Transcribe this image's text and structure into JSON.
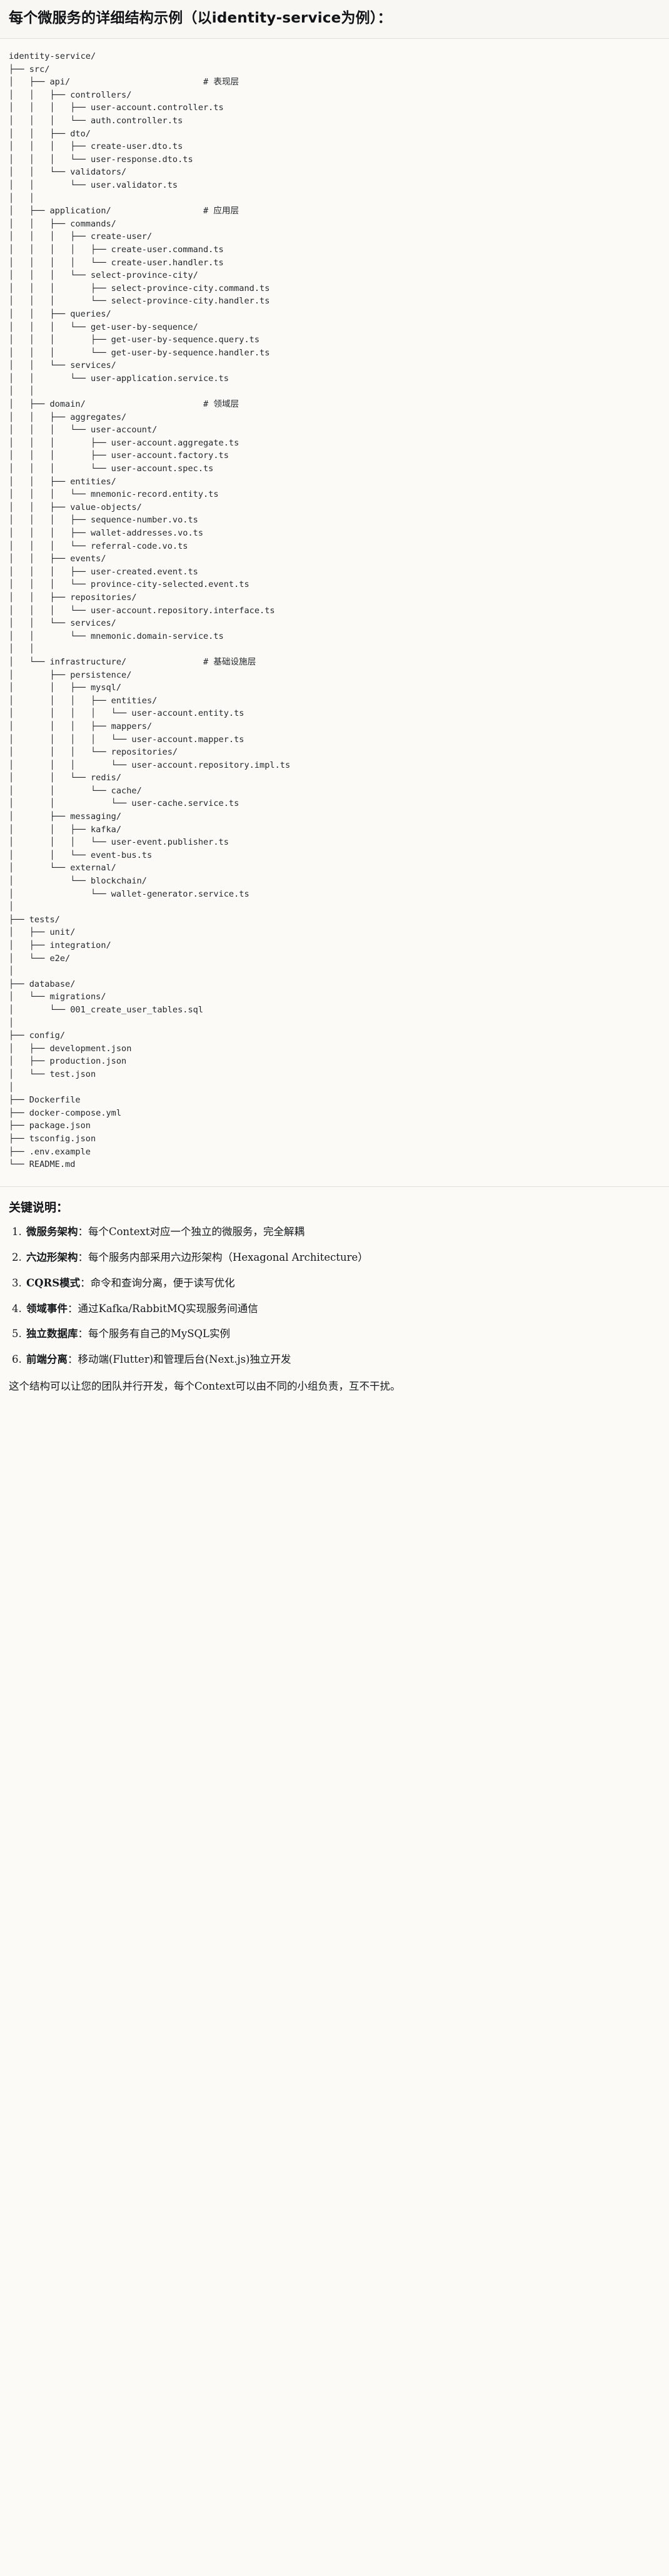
{
  "header": {
    "title": "每个微服务的详细结构示例（以identity-service为例）："
  },
  "tree": {
    "root": "identity-service/",
    "text": "identity-service/\n├── src/\n│   ├── api/                          # 表现层\n│   │   ├── controllers/\n│   │   │   ├── user-account.controller.ts\n│   │   │   └── auth.controller.ts\n│   │   ├── dto/\n│   │   │   ├── create-user.dto.ts\n│   │   │   └── user-response.dto.ts\n│   │   └── validators/\n│   │       └── user.validator.ts\n│   │\n│   ├── application/                  # 应用层\n│   │   ├── commands/\n│   │   │   ├── create-user/\n│   │   │   │   ├── create-user.command.ts\n│   │   │   │   └── create-user.handler.ts\n│   │   │   └── select-province-city/\n│   │   │       ├── select-province-city.command.ts\n│   │   │       └── select-province-city.handler.ts\n│   │   ├── queries/\n│   │   │   └── get-user-by-sequence/\n│   │   │       ├── get-user-by-sequence.query.ts\n│   │   │       └── get-user-by-sequence.handler.ts\n│   │   └── services/\n│   │       └── user-application.service.ts\n│   │\n│   ├── domain/                       # 领域层\n│   │   ├── aggregates/\n│   │   │   └── user-account/\n│   │   │       ├── user-account.aggregate.ts\n│   │   │       ├── user-account.factory.ts\n│   │   │       └── user-account.spec.ts\n│   │   ├── entities/\n│   │   │   └── mnemonic-record.entity.ts\n│   │   ├── value-objects/\n│   │   │   ├── sequence-number.vo.ts\n│   │   │   ├── wallet-addresses.vo.ts\n│   │   │   └── referral-code.vo.ts\n│   │   ├── events/\n│   │   │   ├── user-created.event.ts\n│   │   │   └── province-city-selected.event.ts\n│   │   ├── repositories/\n│   │   │   └── user-account.repository.interface.ts\n│   │   └── services/\n│   │       └── mnemonic.domain-service.ts\n│   │\n│   └── infrastructure/               # 基础设施层\n│       ├── persistence/\n│       │   ├── mysql/\n│       │   │   ├── entities/\n│       │   │   │   └── user-account.entity.ts\n│       │   │   ├── mappers/\n│       │   │   │   └── user-account.mapper.ts\n│       │   │   └── repositories/\n│       │   │       └── user-account.repository.impl.ts\n│       │   └── redis/\n│       │       └── cache/\n│       │           └── user-cache.service.ts\n│       ├── messaging/\n│       │   ├── kafka/\n│       │   │   └── user-event.publisher.ts\n│       │   └── event-bus.ts\n│       └── external/\n│           └── blockchain/\n│               └── wallet-generator.service.ts\n│\n├── tests/\n│   ├── unit/\n│   ├── integration/\n│   └── e2e/\n│\n├── database/\n│   └── migrations/\n│       └── 001_create_user_tables.sql\n│\n├── config/\n│   ├── development.json\n│   ├── production.json\n│   └── test.json\n│\n├── Dockerfile\n├── docker-compose.yml\n├── package.json\n├── tsconfig.json\n├── .env.example\n└── README.md",
    "layer_comments": [
      {
        "path": "api/",
        "comment": "# 表现层"
      },
      {
        "path": "application/",
        "comment": "# 应用层"
      },
      {
        "path": "domain/",
        "comment": "# 领域层"
      },
      {
        "path": "infrastructure/",
        "comment": "# 基础设施层"
      }
    ]
  },
  "notes": {
    "title": "关键说明：",
    "items": [
      {
        "term": "微服务架构",
        "body": "：每个Context对应一个独立的微服务，完全解耦"
      },
      {
        "term": "六边形架构",
        "body": "：每个服务内部采用六边形架构（Hexagonal Architecture）"
      },
      {
        "term": "CQRS模式",
        "body": "：命令和查询分离，便于读写优化"
      },
      {
        "term": "领域事件",
        "body": "：通过Kafka/RabbitMQ实现服务间通信"
      },
      {
        "term": "独立数据库",
        "body": "：每个服务有自己的MySQL实例"
      },
      {
        "term": "前端分离",
        "body": "：移动端(Flutter)和管理后台(Next.js)独立开发"
      }
    ],
    "closing": "这个结构可以让您的团队并行开发，每个Context可以由不同的小组负责，互不干扰。"
  }
}
